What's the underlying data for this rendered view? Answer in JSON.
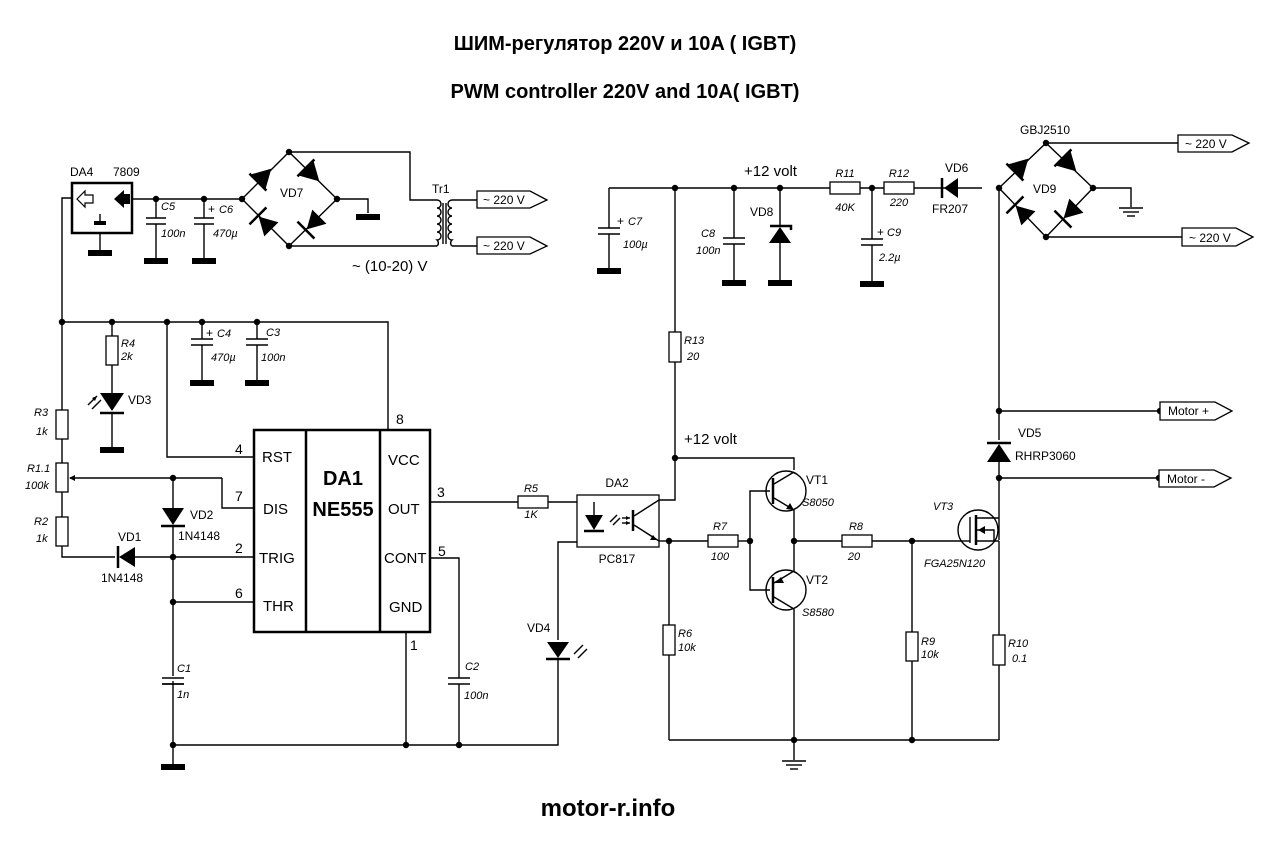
{
  "titles": {
    "ru": "ШИМ-регулятор 220V  и 10A ( IGBT)",
    "en": "PWM controller 220V and 10A( IGBT)",
    "footer": "motor-r.info"
  },
  "power_supply": {
    "regulator": {
      "ref": "DA4",
      "part": "7809"
    },
    "C5": {
      "ref": "C5",
      "value": "100n"
    },
    "C6": {
      "ref": "C6",
      "value": "470µ"
    },
    "bridge": {
      "ref": "VD7"
    },
    "transformer": {
      "ref": "Tr1",
      "secondary_label": "~ (10-20) V"
    },
    "mains_labels": [
      "~ 220 V",
      "~ 220 V"
    ]
  },
  "timer": {
    "ic_ref": "DA1",
    "ic_part": "NE555",
    "pins_left": [
      {
        "num": "4",
        "name": "RST"
      },
      {
        "num": "7",
        "name": "DIS"
      },
      {
        "num": "2",
        "name": "TRIG"
      },
      {
        "num": "6",
        "name": "THR"
      }
    ],
    "pins_right": [
      {
        "num": "8",
        "name": "VCC"
      },
      {
        "num": "3",
        "name": "OUT"
      },
      {
        "num": "5",
        "name": "CONT"
      },
      {
        "num": "1",
        "name": "GND"
      }
    ],
    "R4": {
      "ref": "R4",
      "value": "2k"
    },
    "VD3": {
      "ref": "VD3"
    },
    "C4": {
      "ref": "C4",
      "value": "470µ"
    },
    "C3": {
      "ref": "C3",
      "value": "100n"
    },
    "R3": {
      "ref": "R3",
      "value": "1k"
    },
    "R1": {
      "ref": "R1.1",
      "value": "100k"
    },
    "R2": {
      "ref": "R2",
      "value": "1k"
    },
    "VD1": {
      "ref": "VD1",
      "part": "1N4148"
    },
    "VD2": {
      "ref": "VD2",
      "part": "1N4148"
    },
    "C1": {
      "ref": "C1",
      "value": "1n"
    },
    "C2": {
      "ref": "C2",
      "value": "100n"
    },
    "R5": {
      "ref": "R5",
      "value": "1K"
    },
    "VD4": {
      "ref": "VD4"
    }
  },
  "driver": {
    "optocoupler": {
      "ref": "DA2",
      "part": "PC817"
    },
    "supply_label": "+12 volt",
    "R13": {
      "ref": "R13",
      "value": "20"
    },
    "R7": {
      "ref": "R7",
      "value": "100"
    },
    "R6": {
      "ref": "R6",
      "value": "10k"
    },
    "VT1": {
      "ref": "VT1",
      "part": "S8050"
    },
    "VT2": {
      "ref": "VT2",
      "part": "S8580"
    },
    "R8": {
      "ref": "R8",
      "value": "20"
    },
    "R9": {
      "ref": "R9",
      "value": "10k"
    },
    "C7": {
      "ref": "C7",
      "value": "100µ"
    },
    "C8": {
      "ref": "C8",
      "value": "100n"
    },
    "VD8": {
      "ref": "VD8"
    },
    "R11": {
      "ref": "R11",
      "value": "40K"
    },
    "C9": {
      "ref": "C9",
      "value": "2.2µ"
    },
    "R12": {
      "ref": "R12",
      "value": "220"
    }
  },
  "power_stage": {
    "VD6": {
      "ref": "VD6",
      "part": "FR207"
    },
    "bridge": {
      "ref": "VD9",
      "part": "GBJ2510"
    },
    "mains_labels": [
      "~ 220 V",
      "~ 220 V"
    ],
    "VD5": {
      "ref": "VD5",
      "part": "RHRP3060"
    },
    "VT3": {
      "ref": "VT3",
      "part": "FGA25N120"
    },
    "R10": {
      "ref": "R10",
      "value": "0.1"
    },
    "outputs": [
      "Motor +",
      "Motor -"
    ]
  }
}
